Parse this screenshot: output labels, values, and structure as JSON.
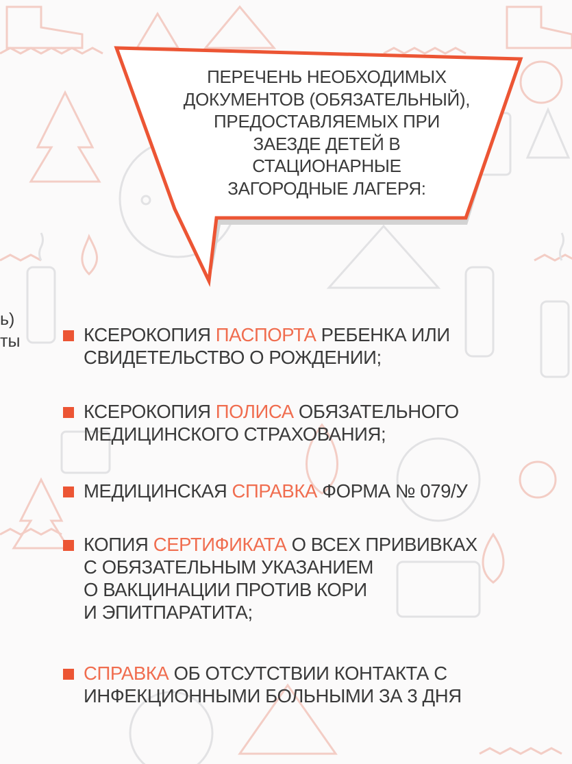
{
  "callout": {
    "lines": [
      "ПЕРЕЧЕНЬ НЕОБХОДИМЫХ",
      "ДОКУМЕНТОВ (ОБЯЗАТЕЛЬНЫЙ),",
      "ПРЕДОСТАВЛЯЕМЫХ ПРИ",
      "ЗАЕЗДЕ ДЕТЕЙ В",
      "СТАЦИОНАРНЫЕ",
      "ЗАГОРОДНЫЕ ЛАГЕРЯ:"
    ]
  },
  "side_fragments": [
    "ь)",
    "ты"
  ],
  "items": [
    {
      "line1_pre": "КСЕРОКОПИЯ ",
      "line1_hl": "ПАСПОРТА",
      "line1_post": " РЕБЕНКА ИЛИ",
      "line2": "СВИДЕТЕЛЬСТВО О РОЖДЕНИИ;"
    },
    {
      "line1_pre": "КСЕРОКОПИЯ ",
      "line1_hl": "ПОЛИСА",
      "line1_post": " ОБЯЗАТЕЛЬНОГО",
      "line2": "МЕДИЦИНСКОГО СТРАХОВАНИЯ;"
    },
    {
      "line1_pre": "МЕДИЦИНСКАЯ ",
      "line1_hl": "СПРАВКА",
      "line1_post": " ФОРМА № 079/У"
    },
    {
      "line1_pre": "КОПИЯ ",
      "line1_hl": "СЕРТИФИКАТА",
      "line1_post": " О ВСЕХ ПРИВИВКАХ",
      "line2": "С ОБЯЗАТЕЛЬНЫМ УКАЗАНИЕМ",
      "line3": "О ВАКЦИНАЦИИ ПРОТИВ КОРИ",
      "line4": "И ЭПИТПАРАТИТА;"
    },
    {
      "line1_pre": "",
      "line1_hl": "СПРАВКА",
      "line1_post": " ОБ ОТСУТСТВИИ КОНТАКТА С",
      "line2": "ИНФЕКЦИОННЫМИ БОЛЬНЫМИ ЗА 3 ДНЯ"
    }
  ],
  "colors": {
    "accent": "#ec5534",
    "highlight_text": "#f06d4f",
    "body_text": "#3a3a3a",
    "callout_border": "#ec5534",
    "callout_shadow": "#c8c8c8",
    "pattern_red": "#f3cdc5",
    "pattern_grey": "#e2e2e4"
  }
}
